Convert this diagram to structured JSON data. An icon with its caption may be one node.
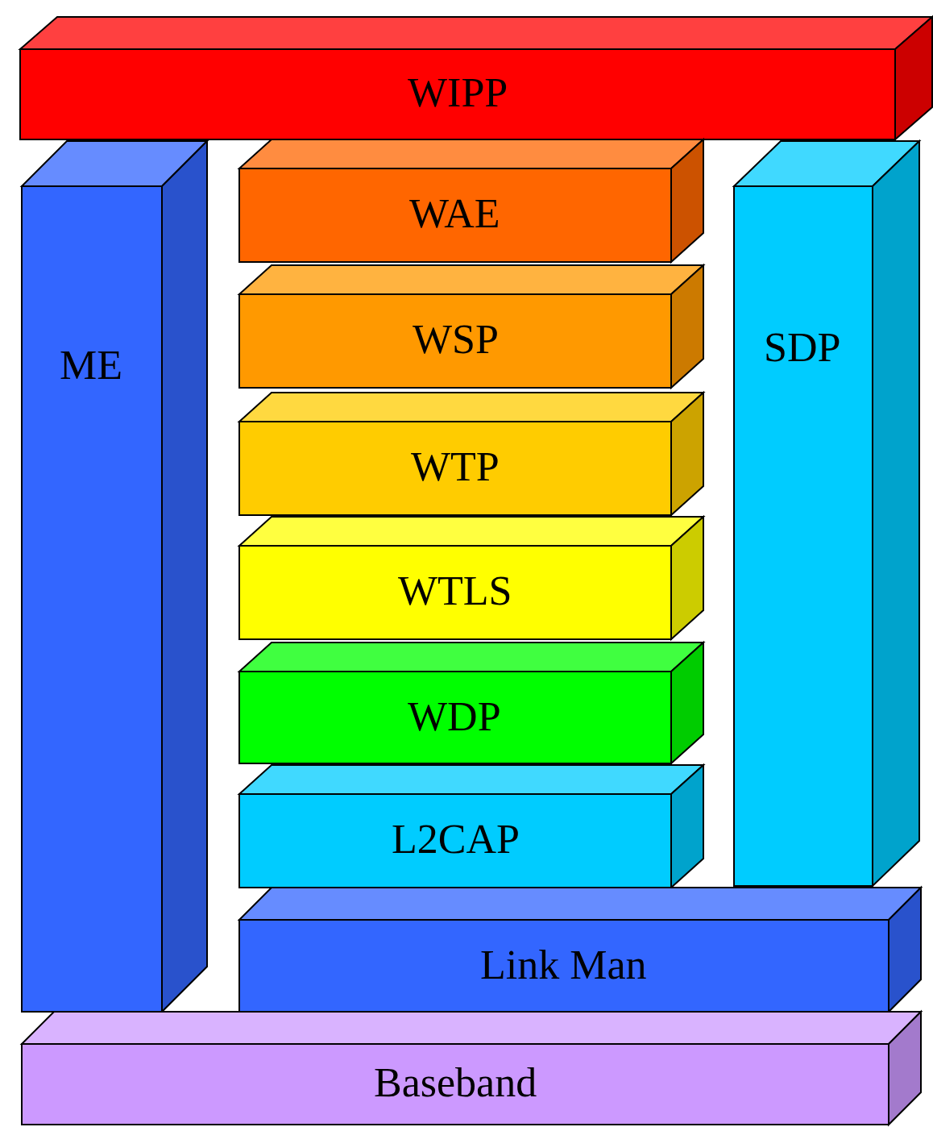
{
  "diagram": {
    "nodes": [
      {
        "text": [
          "WIPP"
        ]
      },
      {
        "text": [
          "ME"
        ]
      },
      {
        "text": [
          "WAE"
        ]
      },
      {
        "text": [
          "SDP"
        ]
      },
      {
        "text": [
          "WSP"
        ]
      },
      {
        "text": [
          "WTP"
        ]
      },
      {
        "text": [
          "WTLS"
        ]
      },
      {
        "text": [
          "WDP"
        ]
      },
      {
        "text": [
          "L2CAP"
        ]
      },
      {
        "text": [
          "Link Man"
        ]
      },
      {
        "text": [
          "Baseband"
        ]
      }
    ]
  }
}
